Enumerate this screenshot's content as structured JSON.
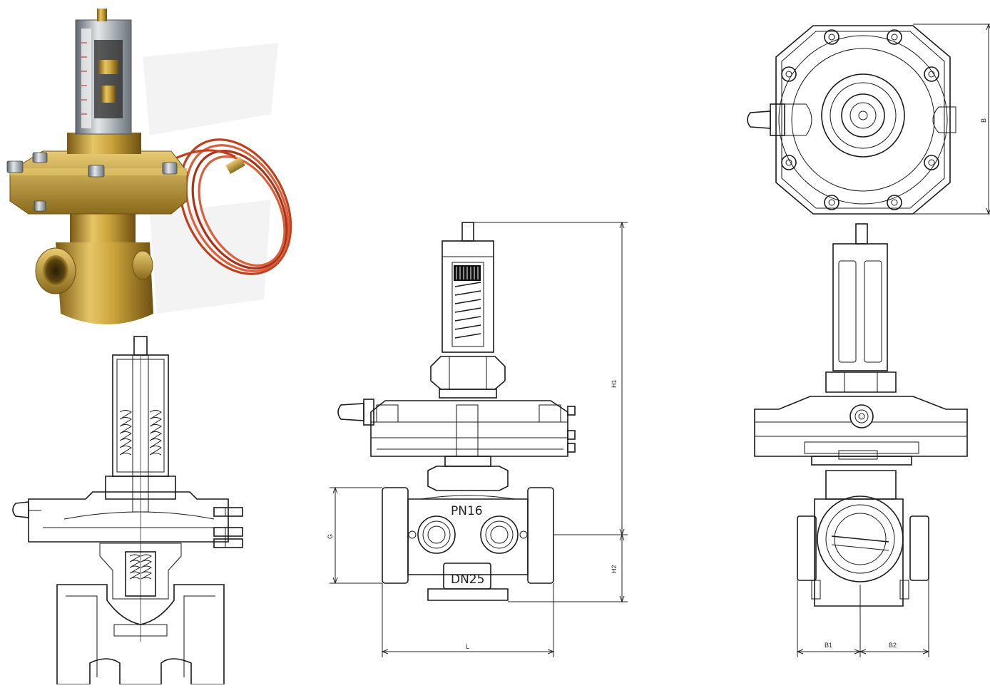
{
  "valve_markings": {
    "pressure_rating": "PN16",
    "nominal_diameter": "DN25"
  },
  "dimensions": {
    "h1": "H1",
    "h2": "H2",
    "g": "G",
    "l": "L",
    "b": "B",
    "b1": "B1",
    "b2": "B2"
  },
  "colors": {
    "brass": "#c9a23a",
    "brass_dark": "#8a6a1c",
    "copper_tube": "#c0401e",
    "steel": "#9aa3ab",
    "line": "#1a1a1a"
  }
}
